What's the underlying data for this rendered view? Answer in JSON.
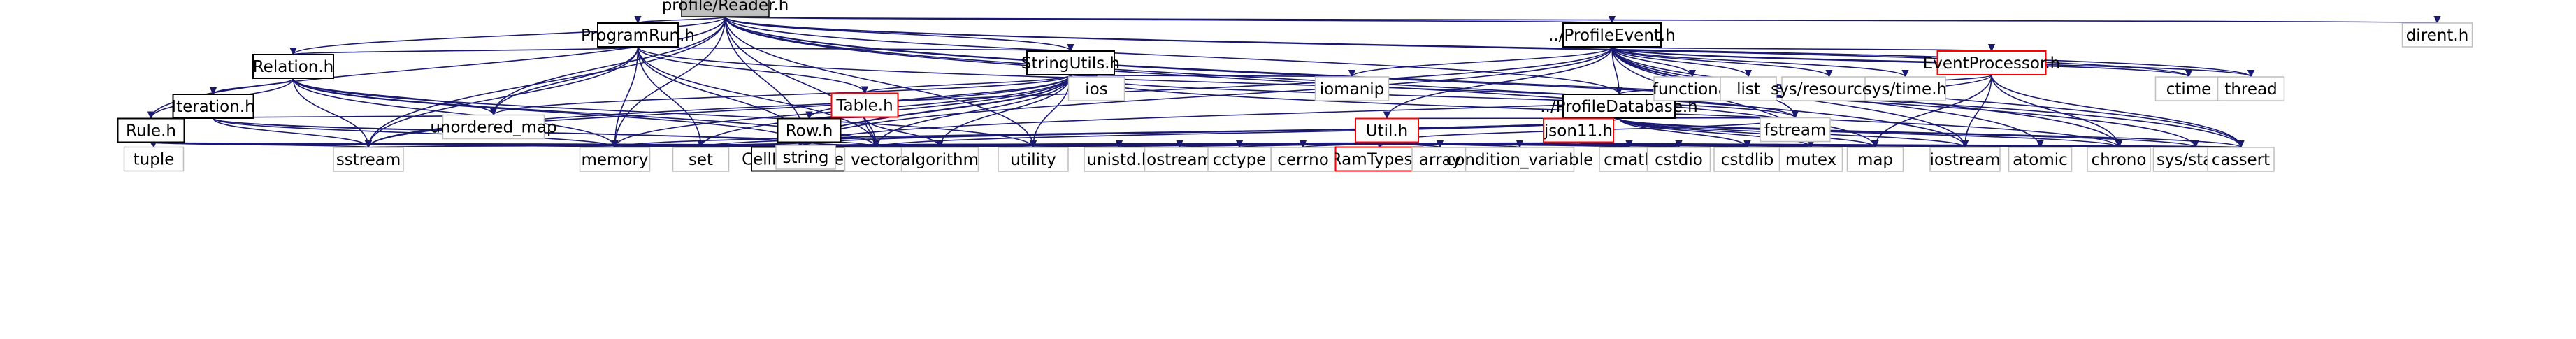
{
  "diagram": {
    "type": "include-dependency-graph",
    "root": "profile/Reader.h",
    "colors": {
      "edge": "#191970",
      "node_border": "#bfbfbf",
      "node_fill": "#ffffff",
      "root_fill": "#bfbfbf",
      "root_border": "#000000",
      "truncated_border": "#ff0000",
      "documented_border": "#000000",
      "text": "#000000"
    },
    "nodes": [
      {
        "id": "reader",
        "label": "profile/Reader.h",
        "style": "root"
      },
      {
        "id": "programrun",
        "label": "ProgramRun.h",
        "style": "documented"
      },
      {
        "id": "relation",
        "label": "Relation.h",
        "style": "documented"
      },
      {
        "id": "iteration",
        "label": "Iteration.h",
        "style": "documented"
      },
      {
        "id": "rule",
        "label": "Rule.h",
        "style": "documented"
      },
      {
        "id": "stringutils",
        "label": "StringUtils.h",
        "style": "documented"
      },
      {
        "id": "table",
        "label": "Table.h",
        "style": "truncated"
      },
      {
        "id": "row",
        "label": "Row.h",
        "style": "documented"
      },
      {
        "id": "cellinterface",
        "label": "CellInterface.h",
        "style": "documented"
      },
      {
        "id": "profileevent",
        "label": "../ProfileEvent.h",
        "style": "documented"
      },
      {
        "id": "eventprocessor",
        "label": "EventProcessor.h",
        "style": "truncated"
      },
      {
        "id": "profiledatabase",
        "label": "../ProfileDatabase.h",
        "style": "documented"
      },
      {
        "id": "util",
        "label": "Util.h",
        "style": "truncated"
      },
      {
        "id": "json11",
        "label": "json11.h",
        "style": "truncated"
      },
      {
        "id": "ramtypes",
        "label": "RamTypes.h",
        "style": "truncated"
      },
      {
        "id": "dirent",
        "label": "dirent.h",
        "style": "system"
      },
      {
        "id": "ctime",
        "label": "ctime",
        "style": "system"
      },
      {
        "id": "thread",
        "label": "thread",
        "style": "system"
      },
      {
        "id": "functional",
        "label": "functional",
        "style": "system"
      },
      {
        "id": "list",
        "label": "list",
        "style": "system"
      },
      {
        "id": "sysresource",
        "label": "sys/resource.h",
        "style": "system"
      },
      {
        "id": "systime",
        "label": "sys/time.h",
        "style": "system"
      },
      {
        "id": "ios",
        "label": "ios",
        "style": "system"
      },
      {
        "id": "iomanip",
        "label": "iomanip",
        "style": "system"
      },
      {
        "id": "unordered_map",
        "label": "unordered_map",
        "style": "system"
      },
      {
        "id": "fstream",
        "label": "fstream",
        "style": "system"
      },
      {
        "id": "tuple",
        "label": "tuple",
        "style": "system"
      },
      {
        "id": "sstream",
        "label": "sstream",
        "style": "system"
      },
      {
        "id": "memory",
        "label": "memory",
        "style": "system"
      },
      {
        "id": "set",
        "label": "set",
        "style": "system"
      },
      {
        "id": "vector",
        "label": "vector",
        "style": "system"
      },
      {
        "id": "algorithm",
        "label": "algorithm",
        "style": "system"
      },
      {
        "id": "utility",
        "label": "utility",
        "style": "system"
      },
      {
        "id": "unistd",
        "label": "unistd.h",
        "style": "system"
      },
      {
        "id": "ostream",
        "label": "ostream",
        "style": "system"
      },
      {
        "id": "cctype",
        "label": "cctype",
        "style": "system"
      },
      {
        "id": "cerrno",
        "label": "cerrno",
        "style": "system"
      },
      {
        "id": "array",
        "label": "array",
        "style": "system"
      },
      {
        "id": "condvar",
        "label": "condition_variable",
        "style": "system"
      },
      {
        "id": "cmath",
        "label": "cmath",
        "style": "system"
      },
      {
        "id": "cstdio",
        "label": "cstdio",
        "style": "system"
      },
      {
        "id": "cstdlib",
        "label": "cstdlib",
        "style": "system"
      },
      {
        "id": "mutex",
        "label": "mutex",
        "style": "system"
      },
      {
        "id": "map",
        "label": "map",
        "style": "system"
      },
      {
        "id": "iostream",
        "label": "iostream",
        "style": "system"
      },
      {
        "id": "atomic",
        "label": "atomic",
        "style": "system"
      },
      {
        "id": "chrono",
        "label": "chrono",
        "style": "system"
      },
      {
        "id": "sysstat",
        "label": "sys/stat.h",
        "style": "system"
      },
      {
        "id": "cassert",
        "label": "cassert",
        "style": "system"
      },
      {
        "id": "string",
        "label": "string",
        "style": "system"
      }
    ],
    "edges": [
      [
        "reader",
        "programrun"
      ],
      [
        "reader",
        "relation"
      ],
      [
        "reader",
        "rule"
      ],
      [
        "reader",
        "stringutils"
      ],
      [
        "reader",
        "profileevent"
      ],
      [
        "reader",
        "profiledatabase"
      ],
      [
        "reader",
        "dirent"
      ],
      [
        "reader",
        "ctime"
      ],
      [
        "reader",
        "thread"
      ],
      [
        "reader",
        "iostream"
      ],
      [
        "reader",
        "cassert"
      ],
      [
        "reader",
        "string"
      ],
      [
        "reader",
        "unordered_map"
      ],
      [
        "reader",
        "vector"
      ],
      [
        "reader",
        "sstream"
      ],
      [
        "reader",
        "map"
      ],
      [
        "reader",
        "sysstat"
      ],
      [
        "reader",
        "utility"
      ],
      [
        "reader",
        "memory"
      ],
      [
        "programrun",
        "relation"
      ],
      [
        "programrun",
        "stringutils"
      ],
      [
        "programrun",
        "table"
      ],
      [
        "programrun",
        "string"
      ],
      [
        "programrun",
        "memory"
      ],
      [
        "programrun",
        "set"
      ],
      [
        "programrun",
        "vector"
      ],
      [
        "programrun",
        "unordered_map"
      ],
      [
        "programrun",
        "sstream"
      ],
      [
        "programrun",
        "fstream"
      ],
      [
        "relation",
        "iteration"
      ],
      [
        "relation",
        "rule"
      ],
      [
        "relation",
        "string"
      ],
      [
        "relation",
        "memory"
      ],
      [
        "relation",
        "unordered_map"
      ],
      [
        "relation",
        "vector"
      ],
      [
        "relation",
        "sstream"
      ],
      [
        "relation",
        "utility"
      ],
      [
        "iteration",
        "rule"
      ],
      [
        "iteration",
        "unordered_map"
      ],
      [
        "iteration",
        "string"
      ],
      [
        "iteration",
        "memory"
      ],
      [
        "iteration",
        "vector"
      ],
      [
        "iteration",
        "sstream"
      ],
      [
        "rule",
        "tuple"
      ],
      [
        "rule",
        "string"
      ],
      [
        "rule",
        "memory"
      ],
      [
        "rule",
        "sstream"
      ],
      [
        "rule",
        "vector"
      ],
      [
        "rule",
        "utility"
      ],
      [
        "stringutils",
        "table"
      ],
      [
        "stringutils",
        "ios"
      ],
      [
        "stringutils",
        "iomanip"
      ],
      [
        "stringutils",
        "unordered_map"
      ],
      [
        "stringutils",
        "fstream"
      ],
      [
        "stringutils",
        "sstream"
      ],
      [
        "stringutils",
        "memory"
      ],
      [
        "stringutils",
        "set"
      ],
      [
        "stringutils",
        "vector"
      ],
      [
        "stringutils",
        "algorithm"
      ],
      [
        "stringutils",
        "utility"
      ],
      [
        "stringutils",
        "string"
      ],
      [
        "stringutils",
        "chrono"
      ],
      [
        "stringutils",
        "cellinterface"
      ],
      [
        "stringutils",
        "row"
      ],
      [
        "table",
        "row"
      ],
      [
        "table",
        "vector"
      ],
      [
        "table",
        "algorithm"
      ],
      [
        "row",
        "cellinterface"
      ],
      [
        "row",
        "memory"
      ],
      [
        "row",
        "vector"
      ],
      [
        "row",
        "string"
      ],
      [
        "cellinterface",
        "string"
      ],
      [
        "profileevent",
        "profiledatabase"
      ],
      [
        "profileevent",
        "eventprocessor"
      ],
      [
        "profileevent",
        "util"
      ],
      [
        "profileevent",
        "functional"
      ],
      [
        "profileevent",
        "list"
      ],
      [
        "profileevent",
        "sysresource"
      ],
      [
        "profileevent",
        "systime"
      ],
      [
        "profileevent",
        "iomanip"
      ],
      [
        "profileevent",
        "ctime"
      ],
      [
        "profileevent",
        "thread"
      ],
      [
        "profileevent",
        "chrono"
      ],
      [
        "profileevent",
        "iostream"
      ],
      [
        "profileevent",
        "cassert"
      ],
      [
        "profileevent",
        "fstream"
      ],
      [
        "profileevent",
        "mutex"
      ],
      [
        "profileevent",
        "atomic"
      ],
      [
        "profileevent",
        "sstream"
      ],
      [
        "profileevent",
        "string"
      ],
      [
        "eventprocessor",
        "profiledatabase"
      ],
      [
        "eventprocessor",
        "map"
      ],
      [
        "eventprocessor",
        "iostream"
      ],
      [
        "eventprocessor",
        "chrono"
      ],
      [
        "eventprocessor",
        "cassert"
      ],
      [
        "eventprocessor",
        "string"
      ],
      [
        "profiledatabase",
        "util"
      ],
      [
        "profiledatabase",
        "json11"
      ],
      [
        "profiledatabase",
        "iostream"
      ],
      [
        "profiledatabase",
        "cassert"
      ],
      [
        "profiledatabase",
        "chrono"
      ],
      [
        "profiledatabase",
        "map"
      ],
      [
        "profiledatabase",
        "memory"
      ],
      [
        "profiledatabase",
        "mutex"
      ],
      [
        "profiledatabase",
        "set"
      ],
      [
        "profiledatabase",
        "string"
      ],
      [
        "profiledatabase",
        "vector"
      ],
      [
        "profiledatabase",
        "cstdlib"
      ],
      [
        "profiledatabase",
        "fstream"
      ],
      [
        "profiledatabase",
        "sysstat"
      ],
      [
        "util",
        "ramtypes"
      ],
      [
        "util",
        "algorithm"
      ],
      [
        "util",
        "array"
      ],
      [
        "util",
        "cassert"
      ],
      [
        "util",
        "cctype"
      ],
      [
        "util",
        "cerrno"
      ],
      [
        "util",
        "chrono"
      ],
      [
        "util",
        "condvar"
      ],
      [
        "util",
        "cstdlib"
      ],
      [
        "util",
        "fstream"
      ],
      [
        "util",
        "iostream"
      ],
      [
        "util",
        "map"
      ],
      [
        "util",
        "memory"
      ],
      [
        "util",
        "mutex"
      ],
      [
        "util",
        "ostream"
      ],
      [
        "util",
        "set"
      ],
      [
        "util",
        "sstream"
      ],
      [
        "util",
        "string"
      ],
      [
        "util",
        "utility"
      ],
      [
        "util",
        "vector"
      ],
      [
        "util",
        "unistd"
      ],
      [
        "util",
        "sysstat"
      ],
      [
        "util",
        "cmath"
      ],
      [
        "util",
        "cstdio"
      ],
      [
        "util",
        "atomic"
      ],
      [
        "json11",
        "string"
      ],
      [
        "json11",
        "vector"
      ],
      [
        "json11",
        "map"
      ],
      [
        "json11",
        "memory"
      ],
      [
        "json11",
        "utility"
      ],
      [
        "json11",
        "iostream"
      ],
      [
        "json11",
        "cmath"
      ],
      [
        "json11",
        "cstdlib"
      ],
      [
        "json11",
        "cstdio"
      ],
      [
        "json11",
        "cassert"
      ]
    ]
  }
}
